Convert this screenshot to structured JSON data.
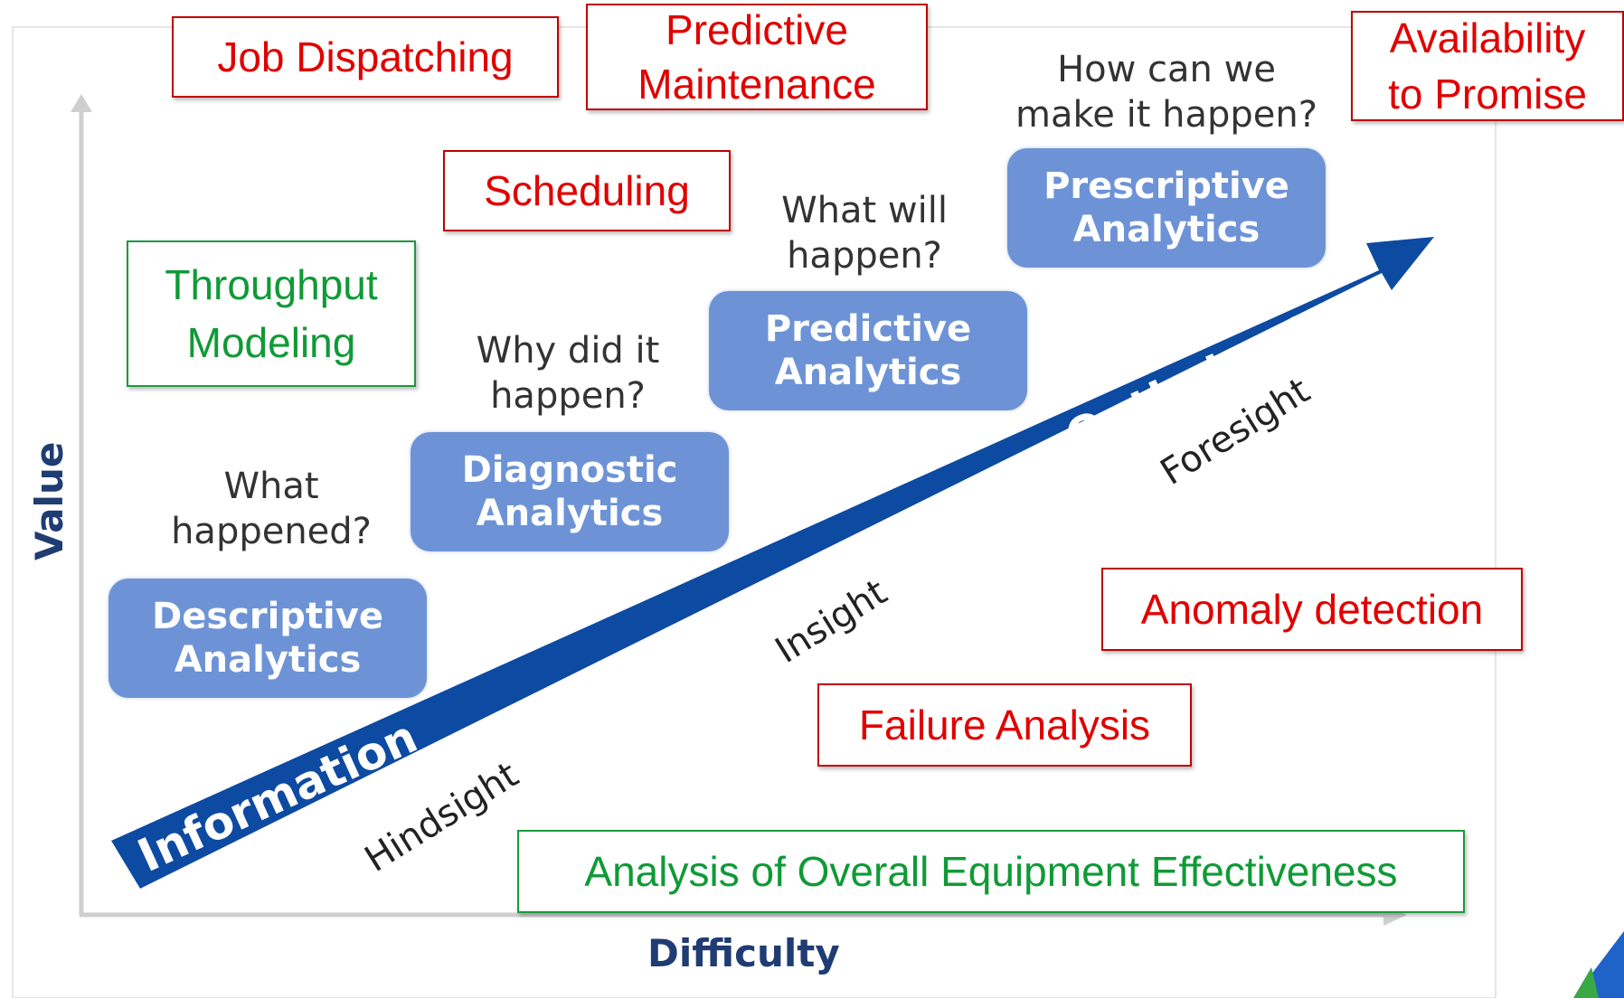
{
  "axes": {
    "y_label": "Value",
    "x_label": "Difficulty"
  },
  "arrow": {
    "start_label": "Information",
    "end_label": "Optimization",
    "color": "#0d4aa1"
  },
  "sight_labels": {
    "hindsight": "Hindsight",
    "insight": "Insight",
    "foresight": "Foresight"
  },
  "stages": [
    {
      "line1": "Descriptive",
      "line2": "Analytics",
      "question_line1": "What",
      "question_line2": "happened?"
    },
    {
      "line1": "Diagnostic",
      "line2": "Analytics",
      "question_line1": "Why did it",
      "question_line2": "happen?"
    },
    {
      "line1": "Predictive",
      "line2": "Analytics",
      "question_line1": "What will",
      "question_line2": "happen?"
    },
    {
      "line1": "Prescriptive",
      "line2": "Analytics",
      "question_line1": "How can we",
      "question_line2": "make it happen?"
    }
  ],
  "callouts": {
    "job_dispatching": "Job Dispatching",
    "predictive_maintenance_1": "Predictive",
    "predictive_maintenance_2": "Maintenance",
    "availability_1": "Availability",
    "availability_2": "to Promise",
    "scheduling": "Scheduling",
    "throughput_1": "Throughput",
    "throughput_2": "Modeling",
    "anomaly_detection": "Anomaly detection",
    "failure_analysis": "Failure Analysis",
    "oee": "Analysis of Overall Equipment Effectiveness"
  },
  "colors": {
    "stage_box": "#6d93d6",
    "callout_red": "#e00000",
    "callout_green": "#0f9a36",
    "axis": "#1f3c73"
  }
}
